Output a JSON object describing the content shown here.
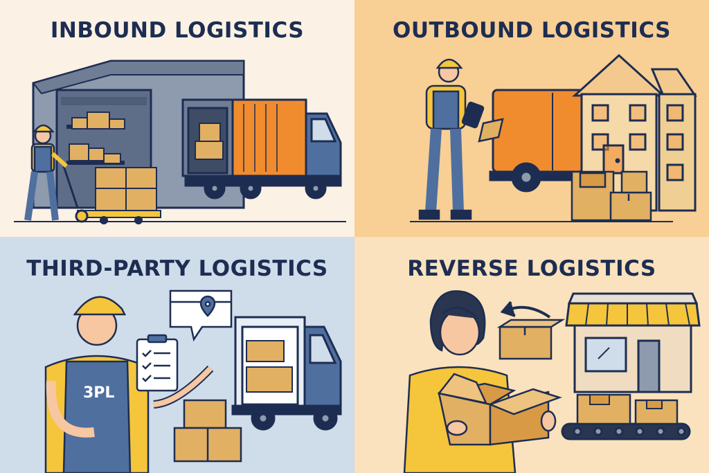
{
  "panels": {
    "inbound": {
      "title": "INBOUND LOGISTICS"
    },
    "outbound": {
      "title": "OUTBOUND LOGISTICS"
    },
    "third_party": {
      "title": "THIRD-PARTY LOGISTICS",
      "apron_label": "3PL"
    },
    "reverse": {
      "title": "REVERSE LOGISTICS"
    }
  },
  "colors": {
    "navy": "#1d2d52",
    "orange": "#f08c2e",
    "box": "#e2b063",
    "blue": "#4f6f9f",
    "yellow": "#f5c53b"
  },
  "icons": [
    "warehouse-icon",
    "truck-icon",
    "house-icon",
    "location-pin-icon",
    "clipboard-icon",
    "storefront-icon",
    "return-arrow-icon",
    "conveyor-icon"
  ]
}
